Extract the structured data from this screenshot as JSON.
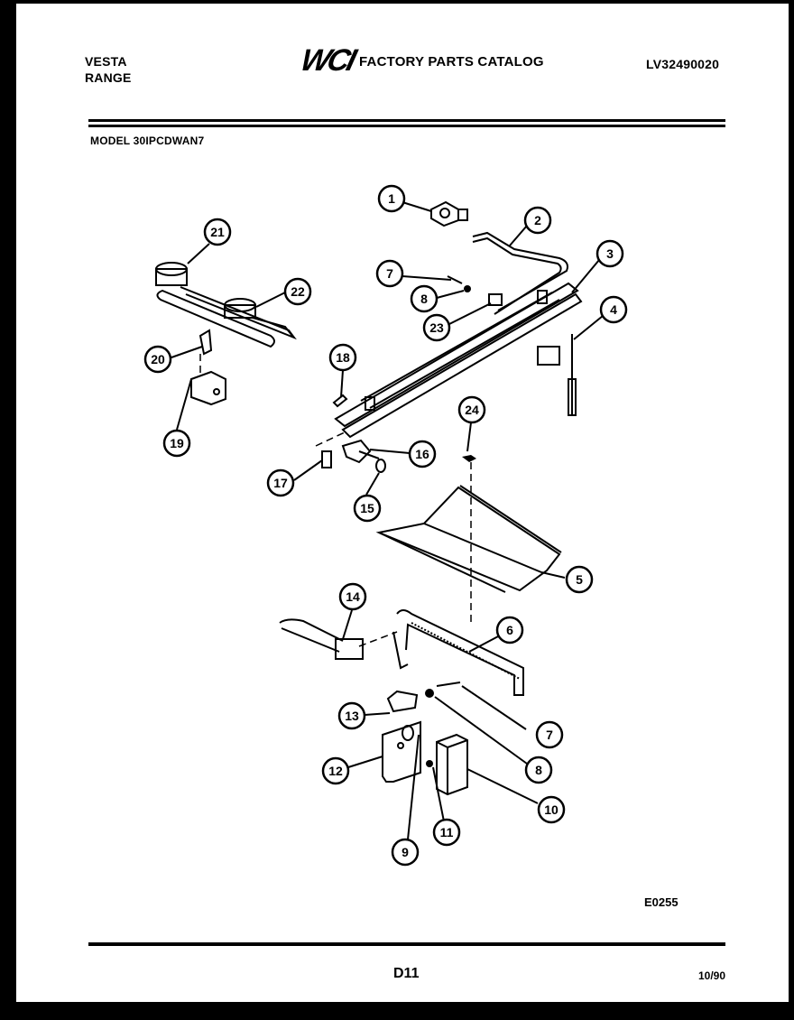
{
  "header": {
    "brand_line1": "VESTA",
    "brand_line2": "RANGE",
    "logo": "WCI",
    "catalog_title": "FACTORY PARTS CATALOG",
    "document_id": "LV32490020"
  },
  "model": "MODEL 30IPCDWAN7",
  "diagram": {
    "drawing_code": "E0255",
    "callouts": [
      {
        "id": "1",
        "label": "1"
      },
      {
        "id": "2",
        "label": "2"
      },
      {
        "id": "3",
        "label": "3"
      },
      {
        "id": "4",
        "label": "4"
      },
      {
        "id": "5",
        "label": "5"
      },
      {
        "id": "6",
        "label": "6"
      },
      {
        "id": "7a",
        "label": "7"
      },
      {
        "id": "7b",
        "label": "7"
      },
      {
        "id": "8a",
        "label": "8"
      },
      {
        "id": "8b",
        "label": "8"
      },
      {
        "id": "9",
        "label": "9"
      },
      {
        "id": "10",
        "label": "10"
      },
      {
        "id": "11",
        "label": "11"
      },
      {
        "id": "12",
        "label": "12"
      },
      {
        "id": "13",
        "label": "13"
      },
      {
        "id": "14",
        "label": "14"
      },
      {
        "id": "15",
        "label": "15"
      },
      {
        "id": "16",
        "label": "16"
      },
      {
        "id": "17",
        "label": "17"
      },
      {
        "id": "18",
        "label": "18"
      },
      {
        "id": "19",
        "label": "19"
      },
      {
        "id": "20",
        "label": "20"
      },
      {
        "id": "21",
        "label": "21"
      },
      {
        "id": "22",
        "label": "22"
      },
      {
        "id": "23",
        "label": "23"
      },
      {
        "id": "24",
        "label": "24"
      }
    ]
  },
  "footer": {
    "page_number": "D11",
    "date": "10/90"
  }
}
